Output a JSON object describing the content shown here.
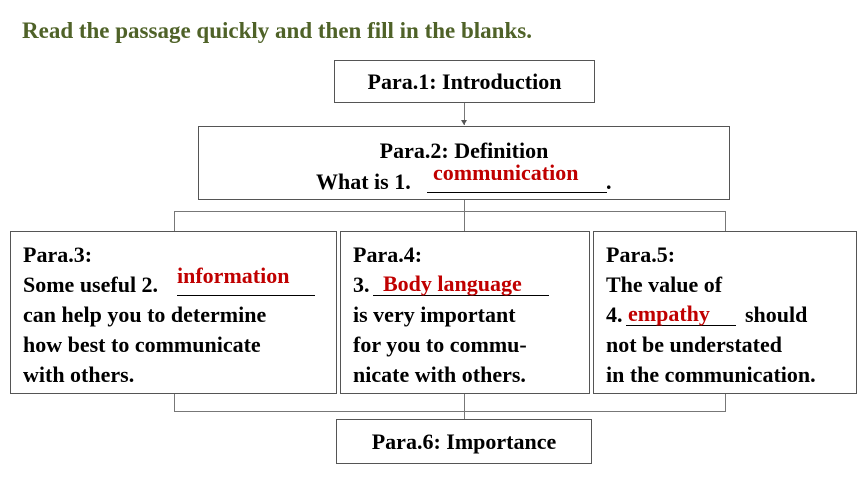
{
  "instruction": "Read the passage quickly and then fill in the blanks.",
  "para1": {
    "label": "Para.1: Introduction"
  },
  "para2": {
    "title": "Para.2: Definition",
    "prefix": "What is 1.",
    "suffix": ".",
    "answer": "communication"
  },
  "para3": {
    "title": "Para.3:",
    "line1_prefix": "Some useful 2.",
    "answer": "information",
    "line2": "can help you to determine",
    "line3": "how best to communicate",
    "line4": "with others."
  },
  "para4": {
    "title": "Para.4:",
    "line1_prefix": "3.",
    "answer": "Body language",
    "line2": "is very important",
    "line3": "for you to commu-",
    "line4": "nicate with others."
  },
  "para5": {
    "title": "Para.5:",
    "line1": "The value of",
    "line2_prefix": "4.",
    "answer": "empathy",
    "line2_suffix": "should",
    "line3": "not be understated",
    "line4": "in the communication."
  },
  "para6": {
    "label": "Para.6: Importance"
  },
  "colors": {
    "instruction": "#4f6228",
    "answer": "#c00000",
    "border": "#555555"
  }
}
